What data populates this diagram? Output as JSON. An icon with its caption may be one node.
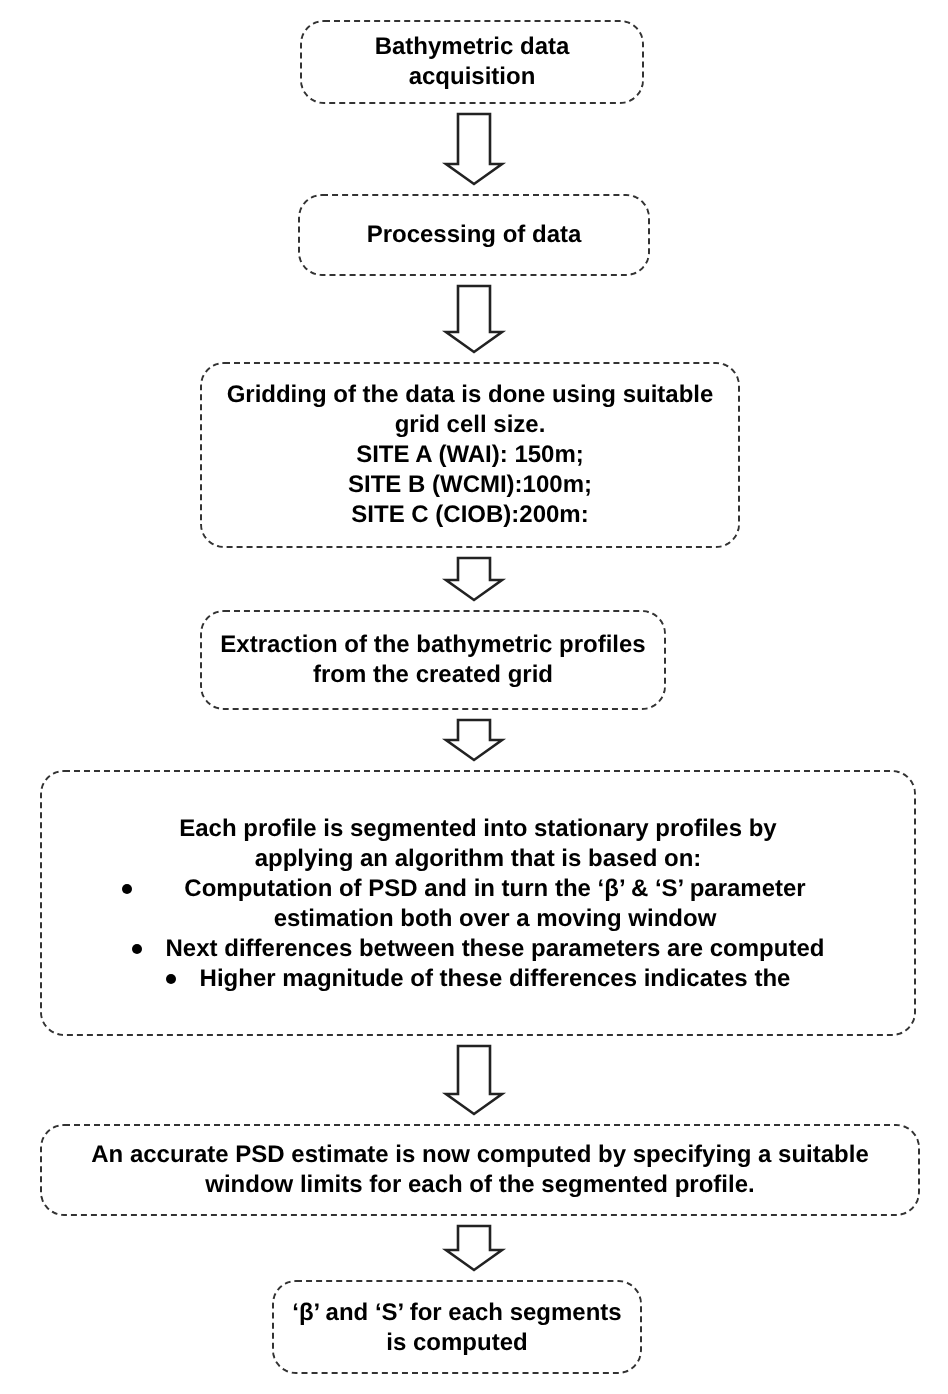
{
  "diagram": {
    "nodes": [
      {
        "text": [
          "Bathymetric data acquisition"
        ]
      },
      {
        "text": [
          "Processing of data"
        ]
      },
      {
        "text": [
          "Gridding of the data is done using suitable grid cell size.",
          "SITE A (WAI): 150m;",
          "SITE B (WCMI):100m;",
          "SITE C (CIOB):200m:"
        ]
      },
      {
        "text": [
          "Extraction of the bathymetric profiles from the created grid"
        ]
      },
      {
        "text": [
          "Each profile is segmented into stationary profiles by applying an algorithm that is based on:",
          "Computation of PSD and in turn the ‘β’ & ‘S’ parameter estimation both over a moving window",
          "Next differences between these parameters are computed",
          "Higher magnitude of these differences indicates the"
        ]
      },
      {
        "text": [
          "An accurate PSD estimate is now computed by specifying a suitable window limits for each of the segmented profile."
        ]
      },
      {
        "text": [
          "‘β’ and ‘S’ for each segments is computed"
        ]
      }
    ],
    "edges": [
      {
        "from": 0,
        "to": 1,
        "arrow": "to"
      },
      {
        "from": 1,
        "to": 2,
        "arrow": "to"
      },
      {
        "from": 2,
        "to": 3,
        "arrow": "to"
      },
      {
        "from": 3,
        "to": 4,
        "arrow": "to"
      },
      {
        "from": 4,
        "to": 5,
        "arrow": "to"
      },
      {
        "from": 5,
        "to": 6,
        "arrow": "to"
      }
    ]
  }
}
